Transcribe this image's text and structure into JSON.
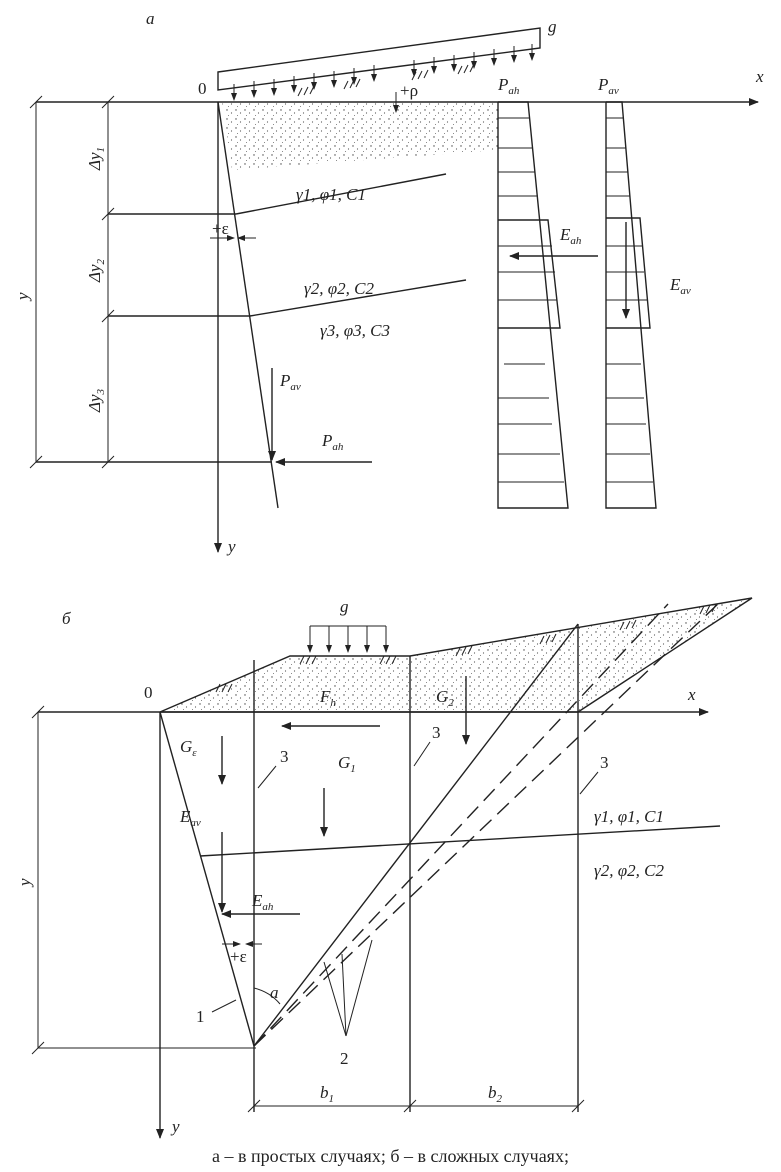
{
  "figure_a": {
    "panel_label": "а",
    "load": "g",
    "origin": "0",
    "x_axis": "x",
    "y_axis": "y",
    "y_dim": "y",
    "plus_rho": "+ρ",
    "plus_eps": "+ε",
    "dy1": "Δy",
    "dy1_sub": "1",
    "dy2": "Δy",
    "dy2_sub": "2",
    "dy3": "Δy",
    "dy3_sub": "3",
    "layer1": "γ1, φ1, C1",
    "layer2": "γ2, φ2, C2",
    "layer3": "γ3, φ3, C3",
    "p_ah_top": "P",
    "p_ah_top_sub": "ah",
    "p_av_top": "P",
    "p_av_top_sub": "av",
    "e_ah": "E",
    "e_ah_sub": "ah",
    "e_av": "E",
    "e_av_sub": "av",
    "p_av_wall": "P",
    "p_av_wall_sub": "av",
    "p_ah_wall": "P",
    "p_ah_wall_sub": "ah"
  },
  "figure_b": {
    "panel_label": "б",
    "load": "g",
    "origin": "0",
    "x_axis": "x",
    "y_axis": "y",
    "y_dim": "y",
    "g_eps": "G",
    "g_eps_sub": "ε",
    "g1": "G",
    "g1_sub": "1",
    "g2": "G",
    "g2_sub": "2",
    "fh": "F",
    "fh_sub": "h",
    "e_av": "E",
    "e_av_sub": "av",
    "e_ah": "E",
    "e_ah_sub": "ah",
    "plus_eps": "+ε",
    "alpha": "a",
    "label_1": "1",
    "label_2": "2",
    "label_3a": "3",
    "label_3b": "3",
    "label_3c": "3",
    "layer1": "γ1, φ1, C1",
    "layer2": "γ2, φ2, C2",
    "b1": "b",
    "b1_sub": "1",
    "b2": "b",
    "b2_sub": "2"
  },
  "caption": "а – в простых случаях; б – в сложных случаях;"
}
